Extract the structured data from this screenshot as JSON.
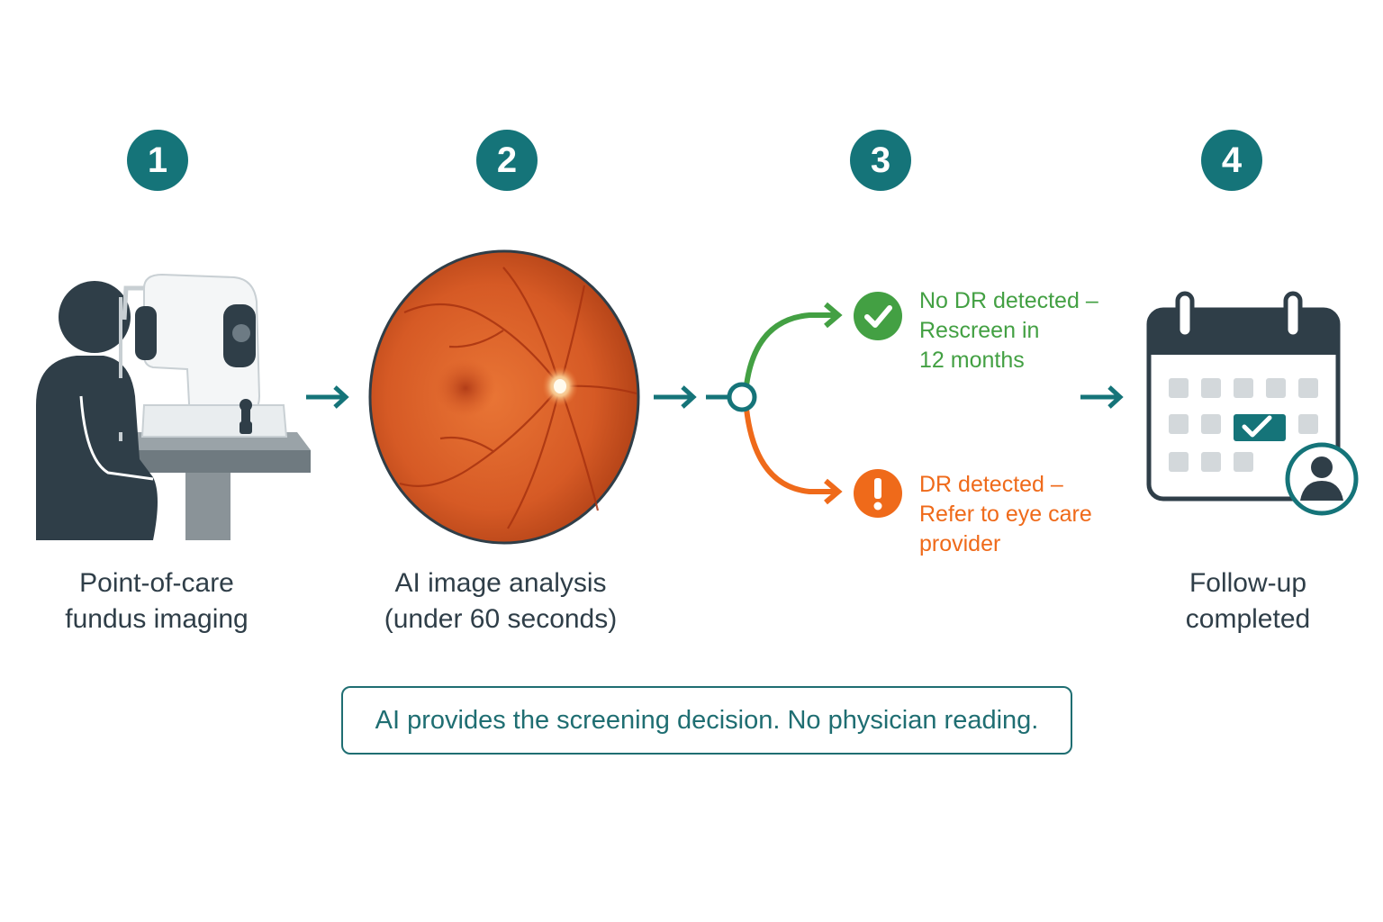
{
  "colors": {
    "teal": "#157479",
    "dark": "#2f3e48",
    "green": "#43a043",
    "orange": "#ef6a1a",
    "retina": "#d65a25"
  },
  "steps": [
    {
      "number": "1",
      "caption": "Point-of-care\nfundus imaging",
      "icon": "patient-with-fundus-camera-icon"
    },
    {
      "number": "2",
      "caption": "AI image analysis\n(under 60 seconds)",
      "icon": "retina-fundus-image"
    },
    {
      "number": "3",
      "caption": "",
      "icon": "decision-branch-icon"
    },
    {
      "number": "4",
      "caption": "Follow-up\ncompleted",
      "icon": "calendar-with-patient-icon"
    }
  ],
  "outcomes": {
    "negative": {
      "text": "No DR detected –\nRescreen in\n12 months",
      "icon": "check-circle-icon"
    },
    "positive": {
      "text": "DR detected –\nRefer to eye care\nprovider",
      "icon": "exclamation-circle-icon"
    }
  },
  "note": "AI provides the screening decision. No physician reading."
}
